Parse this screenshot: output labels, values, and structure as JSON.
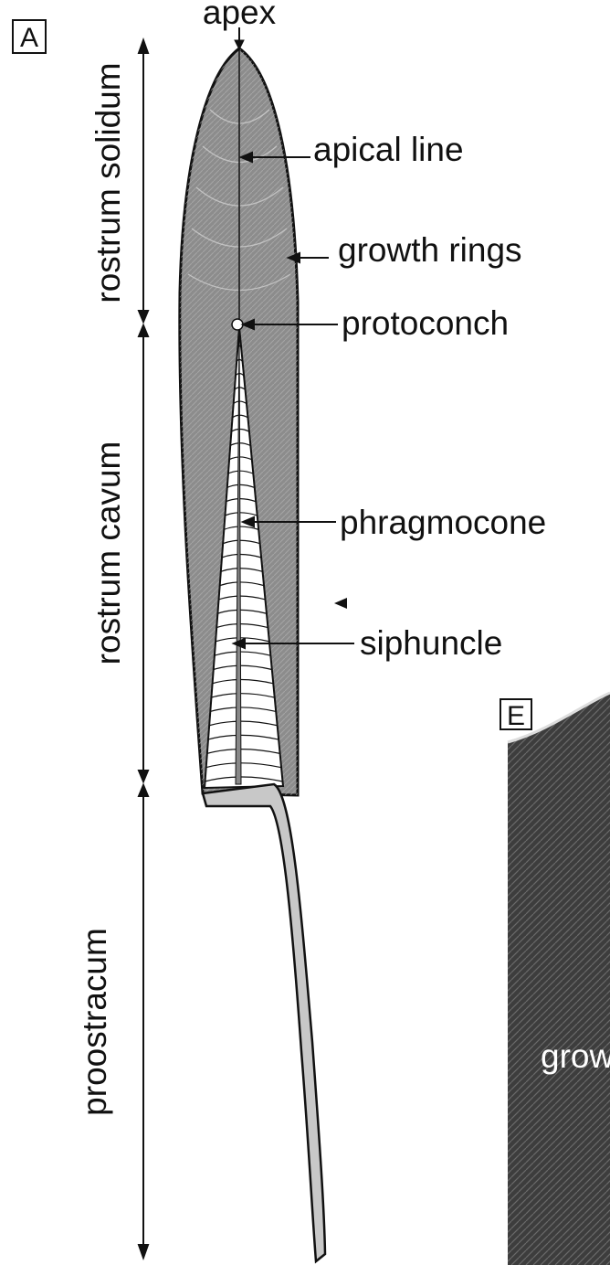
{
  "figure": {
    "panel_a": {
      "letter": "A"
    },
    "panel_e": {
      "letter": "E",
      "partial_text": "grow"
    },
    "labels": {
      "apex": "apex",
      "apical_line": "apical line",
      "growth_rings": "growth rings",
      "protoconch": "protoconch",
      "phragmocone": "phragmocone",
      "siphuncle": "siphuncle"
    },
    "regions": {
      "rostrum_solidum": "rostrum solidum",
      "rostrum_cavum": "rostrum cavum",
      "proostracum": "proostracum"
    },
    "colors": {
      "rostrum_fill": "#8c8c8c",
      "proostracum_fill": "#c8c8c8",
      "phragmocone_fill": "#ffffff",
      "outline": "#111111",
      "photo_dark": "#3a3a3a"
    }
  }
}
